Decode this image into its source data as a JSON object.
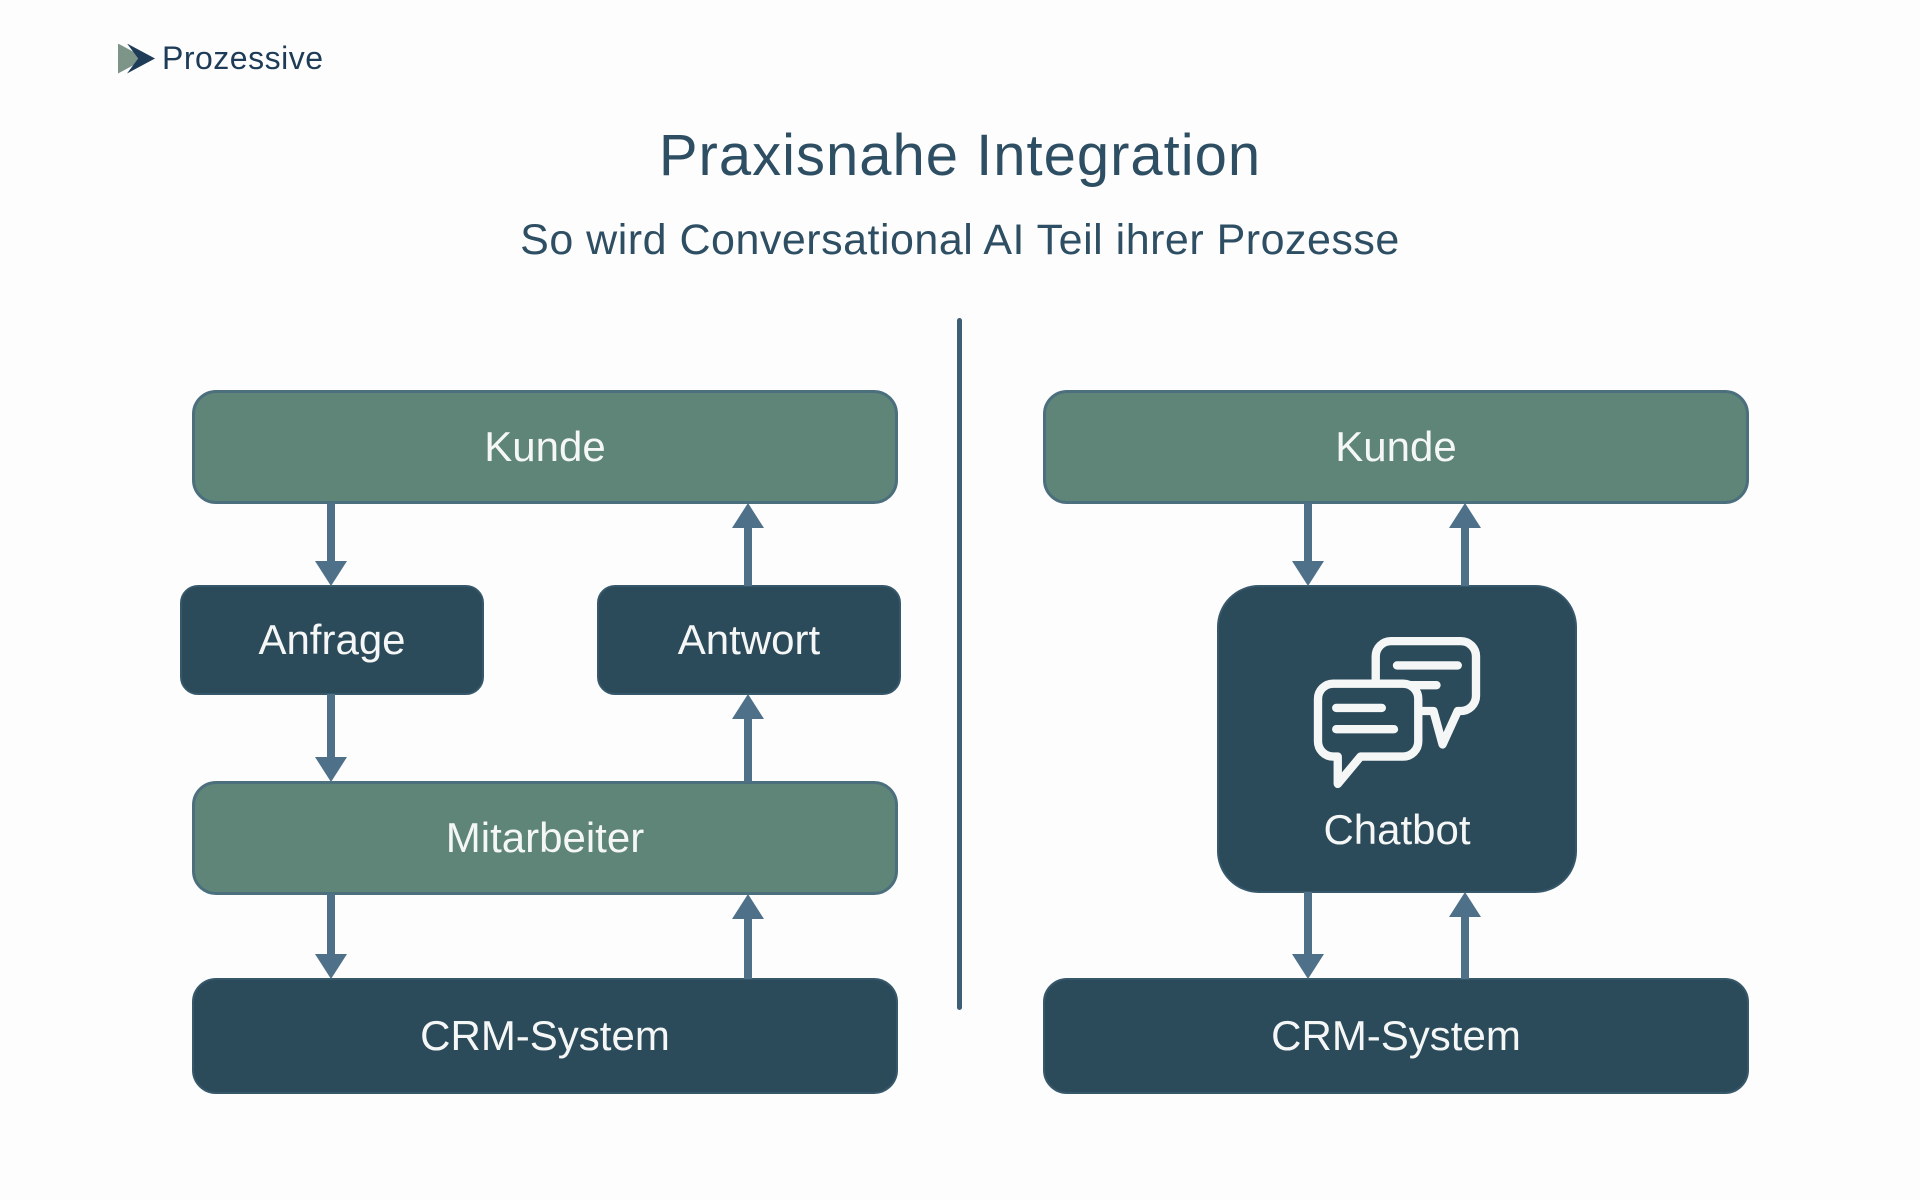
{
  "logo": {
    "brand": "Prozessive",
    "icon": "double-chevron-icon"
  },
  "header": {
    "title": "Praxisnahe Integration",
    "subtitle": "So wird Conversational AI Teil ihrer Prozesse"
  },
  "left_flow": {
    "kunde": "Kunde",
    "anfrage": "Anfrage",
    "antwort": "Antwort",
    "mitarbeiter": "Mitarbeiter",
    "crm": "CRM-System"
  },
  "right_flow": {
    "kunde": "Kunde",
    "chatbot": "Chatbot",
    "chatbot_icon": "chat-bubbles-icon",
    "crm": "CRM-System"
  },
  "colors": {
    "background": "#fdfdfd",
    "sage_green": "#5e8577",
    "green_border": "#4c6f7e",
    "dark_slate": "#2b4a5a",
    "dark_border": "#36586a",
    "arrow_blue": "#4e7089",
    "divider": "#3f5e74",
    "heading_text": "#2e4f63",
    "logo_navy": "#1e3c58",
    "logo_accent": "#7d9588",
    "box_text": "#f5f7f6"
  }
}
